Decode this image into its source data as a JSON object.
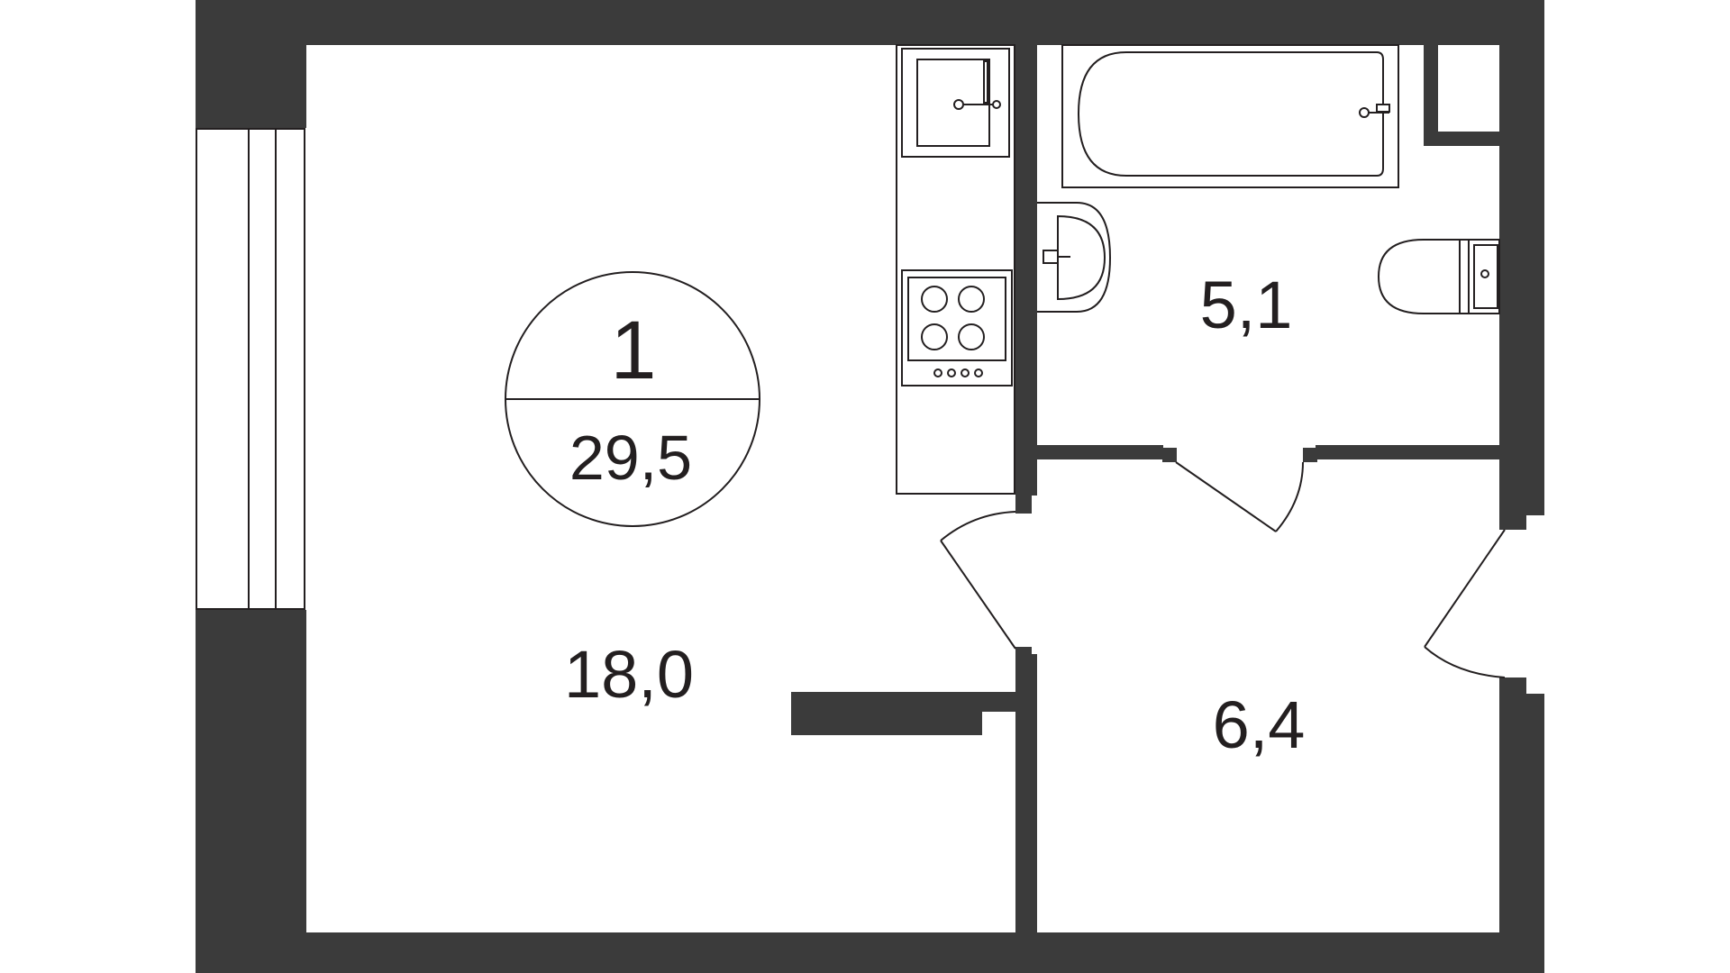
{
  "colors": {
    "background": "#ffffff",
    "wall": "#3b3b3b",
    "line": "#231f20"
  },
  "plan": {
    "badge": {
      "rooms": "1",
      "total_area": "29,5"
    },
    "rooms": [
      {
        "id": "main-room",
        "area": "18,0"
      },
      {
        "id": "bathroom",
        "area": "5,1"
      },
      {
        "id": "hallway",
        "area": "6,4"
      }
    ],
    "fixtures": [
      "kitchen-sink-icon",
      "stove-icon",
      "bathtub-icon",
      "washbasin-icon",
      "toilet-icon"
    ]
  }
}
